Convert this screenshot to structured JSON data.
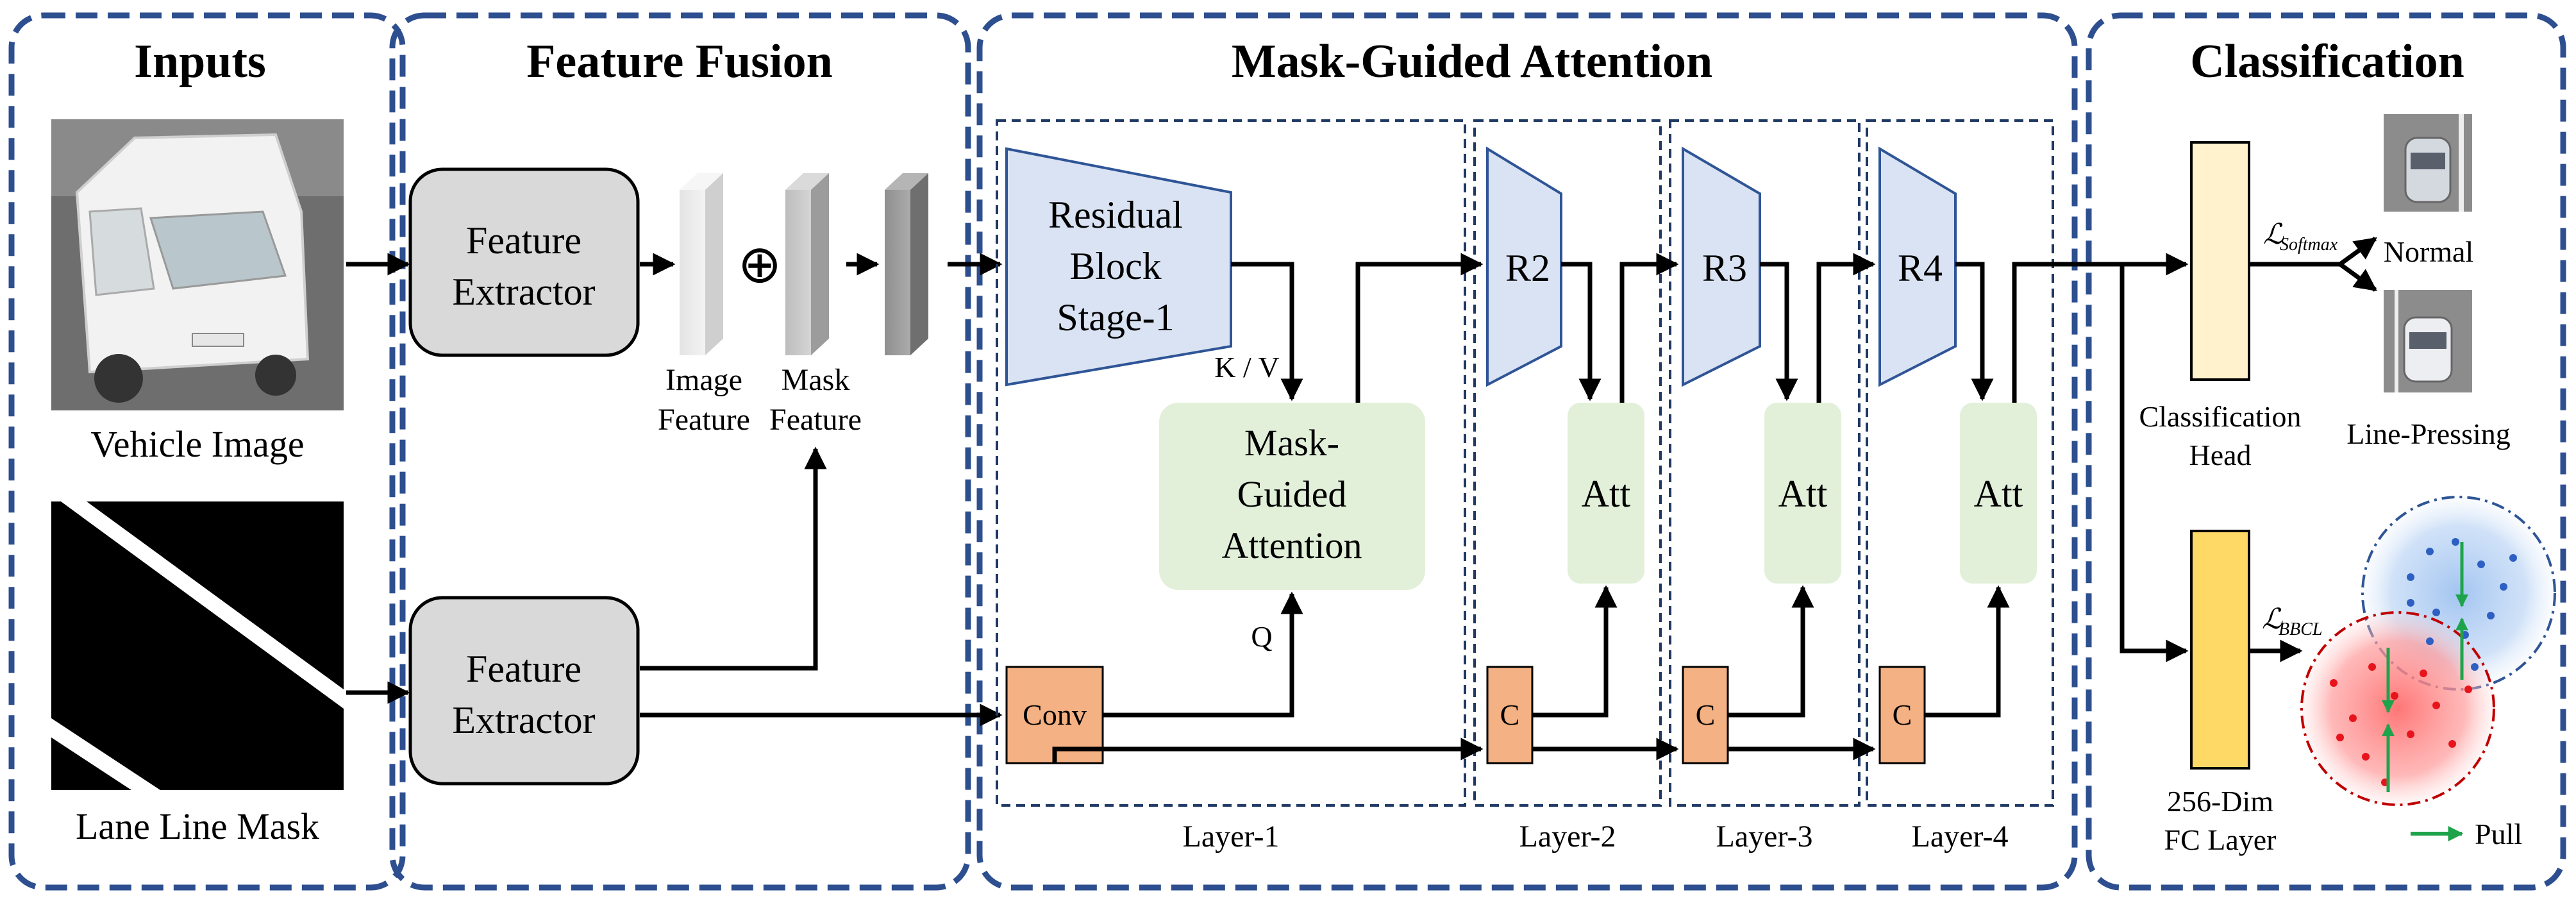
{
  "sections": {
    "inputs": "Inputs",
    "fusion": "Feature Fusion",
    "attention": "Mask-Guided Attention",
    "classification": "Classification"
  },
  "inputs": {
    "vehicle_label": "Vehicle Image",
    "mask_label": "Lane Line Mask"
  },
  "fusion": {
    "extractor_line1": "Feature",
    "extractor_line2": "Extractor",
    "image_feature_1": "Image",
    "image_feature_2": "Feature",
    "mask_feature_1": "Mask",
    "mask_feature_2": "Feature",
    "oplus": "⊕"
  },
  "attention": {
    "residual_1": "Residual",
    "residual_2": "Block",
    "residual_3": "Stage-1",
    "kv": "K / V",
    "q": "Q",
    "mga_1": "Mask-",
    "mga_2": "Guided",
    "mga_3": "Attention",
    "conv": "Conv",
    "r2": "R2",
    "r3": "R3",
    "r4": "R4",
    "att": "Att",
    "c": "C",
    "layer1": "Layer-1",
    "layer2": "Layer-2",
    "layer3": "Layer-3",
    "layer4": "Layer-4"
  },
  "classification": {
    "head_1": "Classification",
    "head_2": "Head",
    "fc_1": "256-Dim",
    "fc_2": "FC Layer",
    "loss_softmax_main": "ℒ",
    "loss_softmax_sub": "Softmax",
    "loss_bbcl_main": "ℒ",
    "loss_bbcl_sub": "BBCL",
    "normal": "Normal",
    "line_pressing": "Line-Pressing",
    "pull": "Pull"
  },
  "colors": {
    "panel_border": "#2e4f8f",
    "residual_fill": "#dae3f3",
    "attention_fill": "#e2f0d9",
    "conv_fill": "#f4b183",
    "head_fill": "#fff2cc",
    "fc_fill": "#ffd966",
    "pull_arrow": "#1fa34a",
    "cluster_blue": "#4472c4",
    "cluster_red": "#e8141c"
  }
}
